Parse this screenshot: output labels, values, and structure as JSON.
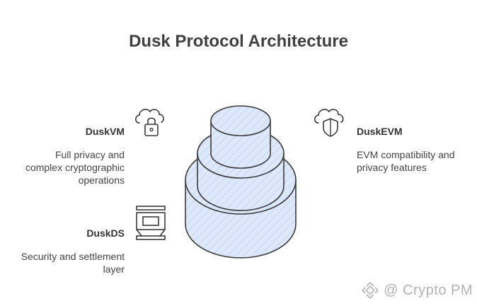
{
  "title": "Dusk Protocol Architecture",
  "layers": [
    {
      "name": "DuskVM",
      "description": [
        "Full privacy and",
        "complex cryptographic",
        "operations"
      ],
      "icon": "cloud-lock-icon"
    },
    {
      "name": "DuskEVM",
      "description": [
        "EVM compatibility and",
        "privacy features"
      ],
      "icon": "cloud-shield-icon"
    },
    {
      "name": "DuskDS",
      "description": [
        "Security and settlement",
        "layer"
      ],
      "icon": "server-stand-icon"
    }
  ],
  "watermark": "@ Crypto PM",
  "colors": {
    "stroke": "#3a3a3a",
    "fill": "#dde8fb",
    "hatch": "#c4d6f5",
    "text": "#333333"
  }
}
